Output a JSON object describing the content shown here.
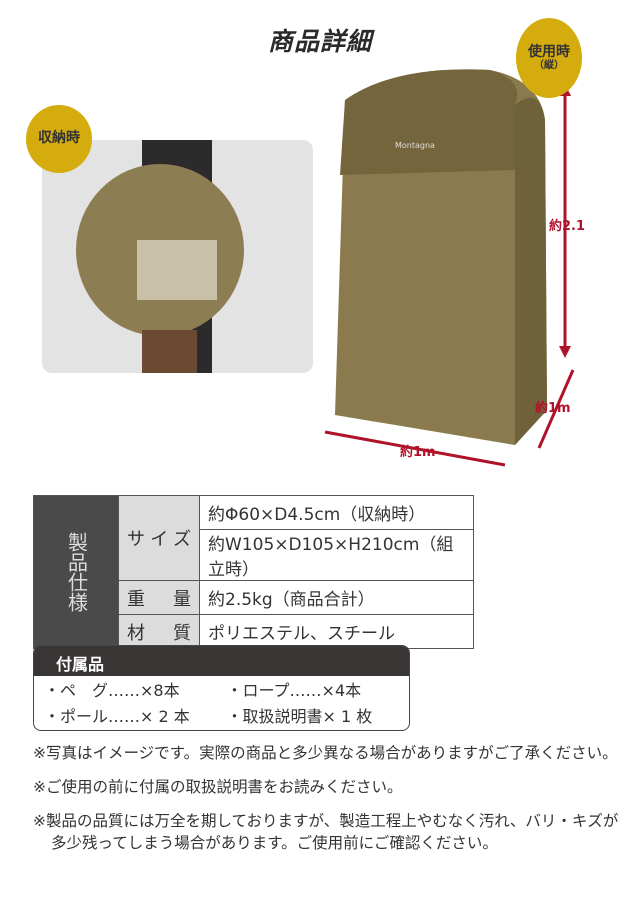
{
  "title": "商品詳細",
  "badges": {
    "stored": "収納時",
    "in_use": "使用時",
    "in_use_sub": "（縦）"
  },
  "dimensions": {
    "height": "約2.1m",
    "depth": "約1m",
    "width": "約1m"
  },
  "tent_logo": "Montagna",
  "specs": {
    "side_label": "製品仕様",
    "rows": [
      {
        "label": "サイズ",
        "value": "約Φ60×D4.5cm（収納時）"
      },
      {
        "label": "",
        "value": "約W105×D105×H210cm（組立時）"
      },
      {
        "label": "重量",
        "value": "約2.5kg（商品合計）"
      },
      {
        "label": "材質",
        "value": "ポリエステル、スチール"
      }
    ]
  },
  "accessories": {
    "title": "付属品",
    "items": [
      "・ペ　グ……×8本",
      "・ロープ……×4本",
      "・ポール……× 2 本",
      "・取扱説明書× 1 枚"
    ]
  },
  "notes": [
    "※写真はイメージです。実際の商品と多少異なる場合がありますがご了承ください。",
    "※ご使用の前に付属の取扱説明書をお読みください。",
    "※製品の品質には万全を期しておりますが、製造工程上やむなく汚れ、バリ・キズが多少残ってしまう場合があります。ご使用前にご確認ください。"
  ],
  "colors": {
    "badge": "#d4ac0d",
    "arrow": "#b0122a",
    "tent": "#8a7a4e"
  }
}
